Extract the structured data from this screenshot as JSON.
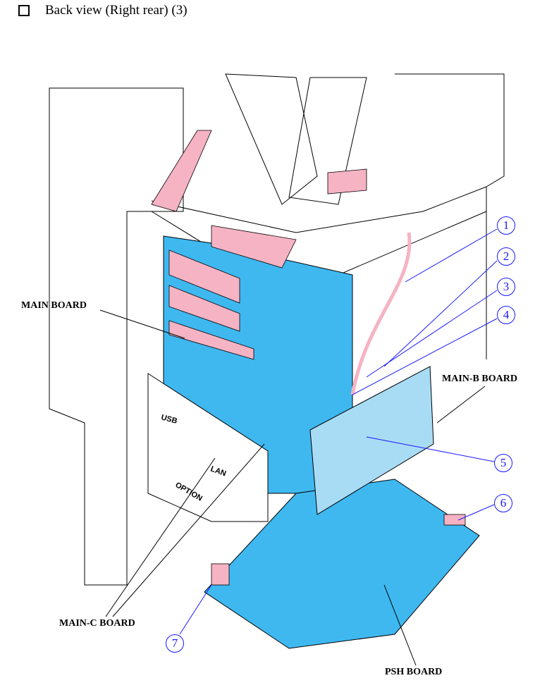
{
  "heading": {
    "text": "Back view (Right rear) (3)",
    "icon": "checkbox-square-icon"
  },
  "board_labels": {
    "main": "MAIN BOARD",
    "main_b": "MAIN-B BOARD",
    "main_c": "MAIN-C BOARD",
    "psh": "PSH BOARD"
  },
  "panel_lettering": {
    "usb": "USB",
    "lan": "LAN",
    "option": "OPTION"
  },
  "callouts": [
    "1",
    "2",
    "3",
    "4",
    "5",
    "6",
    "7"
  ],
  "colors": {
    "board": "#3fb8f0",
    "cable": "#f6b3c3",
    "callout": "#1a1aff",
    "board_b": "#a8dcf5"
  }
}
